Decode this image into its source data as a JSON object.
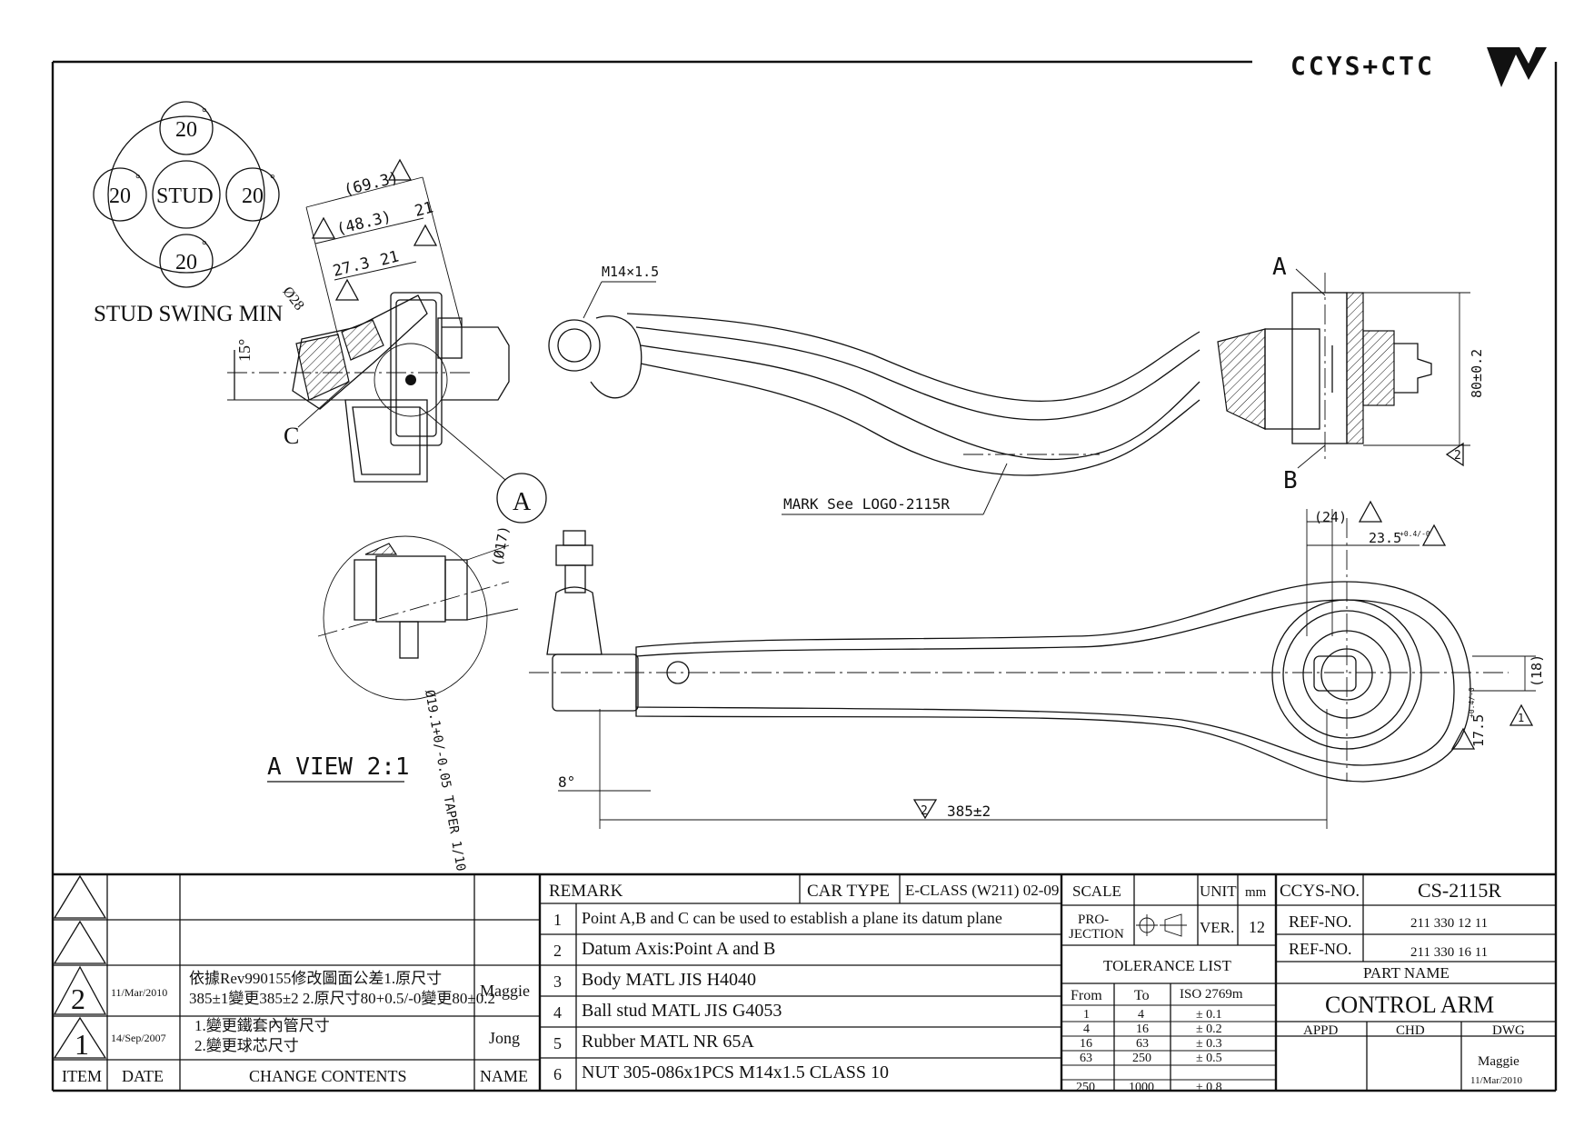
{
  "logo": {
    "text": "CCYS+CTC"
  },
  "stud_swing": {
    "values": [
      "20",
      "20",
      "20",
      "20"
    ],
    "degree": "°",
    "center": "STUD",
    "label": "STUD SWING MIN"
  },
  "dims": {
    "d69": "(69.3)",
    "d48": "(48.3)",
    "d21a": "21",
    "d21b": "21",
    "d27": "27.3",
    "dia28": "Ø28",
    "ang15": "15°",
    "point_c": "C",
    "view_a": "A",
    "m14": "M14×1.5",
    "mark": "MARK See LOGO-2115R",
    "pt_a": "A",
    "pt_b": "B",
    "d80": "80±0.2",
    "d24": "(24)",
    "d235": "23.5",
    "d235tol": "+0.4/-0",
    "d17": "(Ø17)",
    "taper": "Ø19.1+0/-0.05 TAPER 1/10",
    "view_title": "A VIEW 2:1",
    "ang8": "8°",
    "d385": "385±2",
    "d18": "(18)",
    "d175": "17.5",
    "d175tol": "+0.4/-0",
    "tri1": "1",
    "tri2": "2"
  },
  "revisions": {
    "rows": [
      {
        "item": "",
        "date": "",
        "contents": [
          "",
          ""
        ],
        "name": ""
      },
      {
        "item": "",
        "date": "",
        "contents": [
          "",
          ""
        ],
        "name": ""
      },
      {
        "item": "2",
        "date": "11/Mar/2010",
        "contents": [
          "依據Rev990155修改圖面公差1.原尺寸",
          "385±1變更385±2 2.原尺寸80+0.5/-0變更80±0.2"
        ],
        "name": "Maggie"
      },
      {
        "item": "1",
        "date": "14/Sep/2007",
        "contents": [
          "1.變更鐵套內管尺寸",
          "2.變更球芯尺寸"
        ],
        "name": "Jong"
      }
    ],
    "headers": {
      "item": "ITEM",
      "date": "DATE",
      "contents": "CHANGE CONTENTS",
      "name": "NAME"
    }
  },
  "remarks": {
    "title": "REMARK",
    "car_type_label": "CAR TYPE",
    "car_type": "E-CLASS (W211) 02-09",
    "items": [
      {
        "n": "1",
        "text": "Point A,B and C can be used to establish a plane its datum plane"
      },
      {
        "n": "2",
        "text": "Datum Axis:Point A and B"
      },
      {
        "n": "3",
        "text": "Body MATL JIS H4040"
      },
      {
        "n": "4",
        "text": "Ball stud MATL JIS G4053"
      },
      {
        "n": "5",
        "text": "Rubber MATL NR 65A"
      },
      {
        "n": "6",
        "text": "NUT 305-086x1PCS M14x1.5 CLASS 10"
      }
    ]
  },
  "spec": {
    "scale": "SCALE",
    "unit_label": "UNIT",
    "unit": "mm",
    "projection": [
      "PRO-",
      "JECTION"
    ],
    "ver_label": "VER.",
    "ver": "12",
    "tolerance_title": "TOLERANCE LIST",
    "tol_headers": [
      "From",
      "To",
      "ISO 2769m"
    ],
    "tol_rows": [
      [
        "1",
        "4",
        "± 0.1"
      ],
      [
        "4",
        "16",
        "± 0.2"
      ],
      [
        "16",
        "63",
        "± 0.3"
      ],
      [
        "63",
        "250",
        "± 0.5"
      ],
      [
        "250",
        "1000",
        "± 0.8"
      ]
    ]
  },
  "titleblock": {
    "ccys_label": "CCYS-NO.",
    "ccys_no": "CS-2115R",
    "ref_label": "REF-NO.",
    "ref_1": "211 330 12 11",
    "ref_2": "211 330 16 11",
    "part_name_label": "PART NAME",
    "part_name": "CONTROL ARM",
    "appd": "APPD",
    "chd": "CHD",
    "dwg": "DWG",
    "dwg_name": "Maggie",
    "dwg_date": "11/Mar/2010"
  }
}
